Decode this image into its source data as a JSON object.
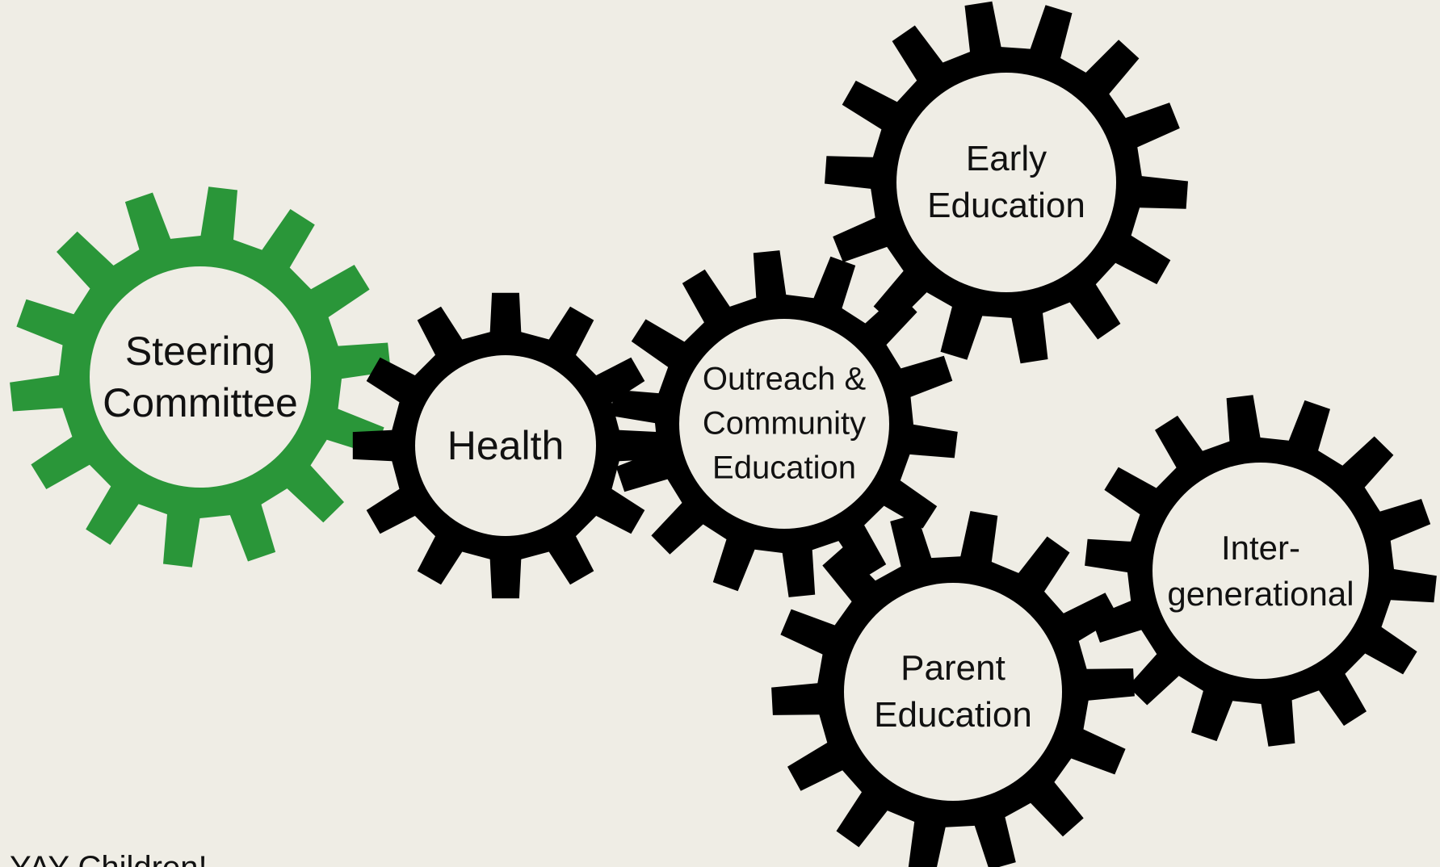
{
  "colors": {
    "background": "#efede5",
    "steering_gear": "#2a9639",
    "committee_gear": "#000000",
    "gear_center": "#efede5",
    "text": "#111111"
  },
  "gears": [
    {
      "id": "steering",
      "lines": [
        "Steering",
        "Committee"
      ],
      "color": "green",
      "icon": "gear-icon"
    },
    {
      "id": "health",
      "lines": [
        "Health"
      ],
      "color": "black",
      "icon": "gear-icon"
    },
    {
      "id": "outreach",
      "lines": [
        "Outreach &",
        "Community",
        "Education"
      ],
      "color": "black",
      "icon": "gear-icon"
    },
    {
      "id": "early",
      "lines": [
        "Early",
        "Education"
      ],
      "color": "black",
      "icon": "gear-icon"
    },
    {
      "id": "parent",
      "lines": [
        "Parent",
        "Education"
      ],
      "color": "black",
      "icon": "gear-icon"
    },
    {
      "id": "inter",
      "lines": [
        "Inter-",
        "generational"
      ],
      "color": "black",
      "icon": "gear-icon"
    }
  ],
  "footer": {
    "text": "YAY Children!"
  }
}
